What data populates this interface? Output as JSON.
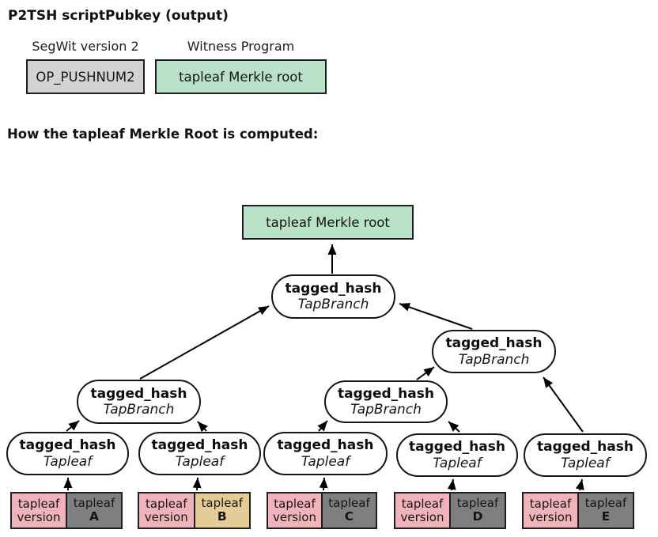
{
  "page": {
    "title": "P2TSH scriptPubkey (output)",
    "section2_title": "How the tapleaf Merkle Root is computed:"
  },
  "script_pubkey": {
    "fields": [
      {
        "label": "SegWit version 2",
        "value": "OP_PUSHNUM2",
        "fill": "#d3d3d3"
      },
      {
        "label": "Witness Program",
        "value": "tapleaf Merkle root",
        "fill": "#b9e2c8"
      }
    ]
  },
  "merkle_tree": {
    "root_output": {
      "label": "tapleaf Merkle root",
      "fill": "#b9e2c8"
    },
    "branch_nodes": [
      {
        "id": "branch-root",
        "function": "tagged_hash",
        "tag": "TapBranch"
      },
      {
        "id": "branch-left",
        "function": "tagged_hash",
        "tag": "TapBranch"
      },
      {
        "id": "branch-mid",
        "function": "tagged_hash",
        "tag": "TapBranch"
      },
      {
        "id": "branch-right",
        "function": "tagged_hash",
        "tag": "TapBranch"
      }
    ],
    "leaf_nodes": [
      {
        "id": "leaf-a",
        "function": "tagged_hash",
        "tag": "Tapleaf"
      },
      {
        "id": "leaf-b",
        "function": "tagged_hash",
        "tag": "Tapleaf"
      },
      {
        "id": "leaf-c",
        "function": "tagged_hash",
        "tag": "Tapleaf"
      },
      {
        "id": "leaf-d",
        "function": "tagged_hash",
        "tag": "Tapleaf"
      },
      {
        "id": "leaf-e",
        "function": "tagged_hash",
        "tag": "Tapleaf"
      }
    ],
    "leaf_inputs": [
      {
        "version_line1": "tapleaf",
        "version_line2": "version",
        "script_line1": "tapleaf",
        "script_name": "A",
        "version_fill": "#f1b3ba",
        "script_fill": "#7f7f7f"
      },
      {
        "version_line1": "tapleaf",
        "version_line2": "version",
        "script_line1": "tapleaf",
        "script_name": "B",
        "version_fill": "#f1b3ba",
        "script_fill": "#e5cc96"
      },
      {
        "version_line1": "tapleaf",
        "version_line2": "version",
        "script_line1": "tapleaf",
        "script_name": "C",
        "version_fill": "#f1b3ba",
        "script_fill": "#7f7f7f"
      },
      {
        "version_line1": "tapleaf",
        "version_line2": "version",
        "script_line1": "tapleaf",
        "script_name": "D",
        "version_fill": "#f1b3ba",
        "script_fill": "#7f7f7f"
      },
      {
        "version_line1": "tapleaf",
        "version_line2": "version",
        "script_line1": "tapleaf",
        "script_name": "E",
        "version_fill": "#f1b3ba",
        "script_fill": "#7f7f7f"
      }
    ]
  },
  "colors": {
    "border": "#1f1f1f",
    "arrow": "#000000",
    "node_fill": "#ffffff",
    "green": "#b9e2c8",
    "light_gray": "#d3d3d3",
    "pink": "#f1b3ba",
    "dark_gray": "#7f7f7f",
    "tan": "#e5cc96"
  }
}
